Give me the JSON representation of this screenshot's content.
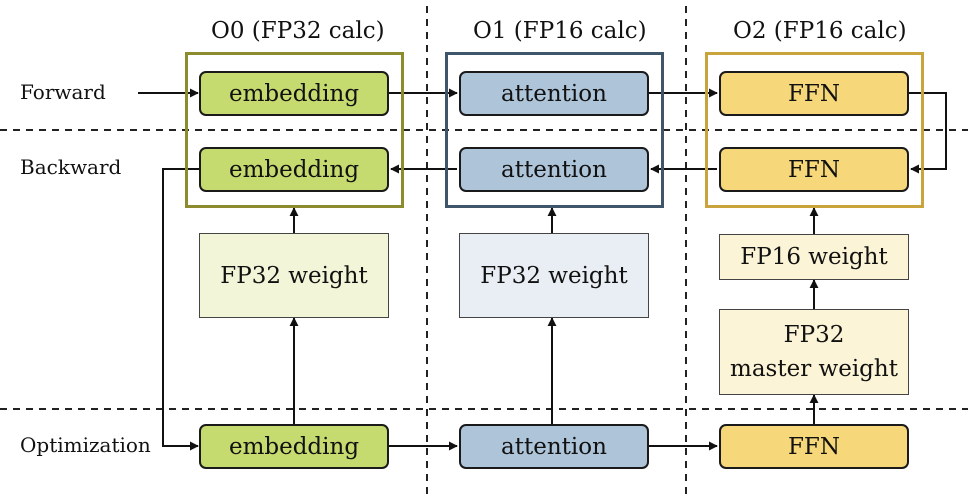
{
  "columns": [
    {
      "header": "O0 (FP32 calc)",
      "frame_color": "#8c8c2e"
    },
    {
      "header": "O1 (FP16 calc)",
      "frame_color": "#3f5569"
    },
    {
      "header": "O2 (FP16 calc)",
      "frame_color": "#c9a43c"
    }
  ],
  "rows": {
    "forward": "Forward",
    "backward": "Backward",
    "optimization": "Optimization"
  },
  "blocks": {
    "forward": [
      "embedding",
      "attention",
      "FFN"
    ],
    "backward": [
      "embedding",
      "attention",
      "FFN"
    ],
    "optimization": [
      "embedding",
      "attention",
      "FFN"
    ]
  },
  "weights": {
    "o0": "FP32 weight",
    "o1": "FP32 weight",
    "o2_fp16": "FP16 weight",
    "o2_master_line1": "FP32",
    "o2_master_line2": "master weight"
  },
  "colors": {
    "embedding": "#c5db6f",
    "attention": "#aec4d9",
    "ffn": "#f6d77a"
  }
}
